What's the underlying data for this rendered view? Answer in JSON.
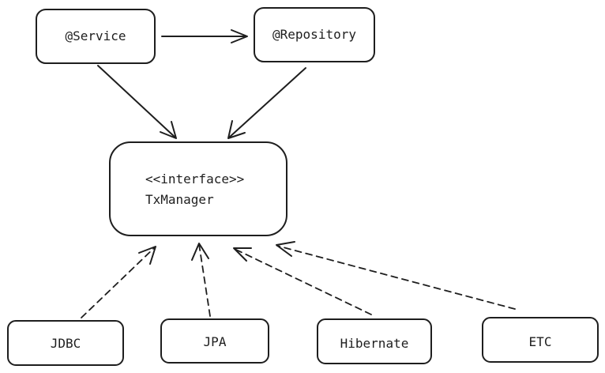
{
  "nodes": {
    "service": "@Service",
    "repository": "@Repository",
    "interface_stereotype": "<<interface>>",
    "interface_name": "TxManager",
    "jdbc": "JDBC",
    "jpa": "JPA",
    "hibernate": "Hibernate",
    "etc": "ETC"
  },
  "edges": [
    {
      "from": "@Service",
      "to": "@Repository",
      "style": "solid"
    },
    {
      "from": "@Service",
      "to": "TxManager",
      "style": "solid"
    },
    {
      "from": "@Repository",
      "to": "TxManager",
      "style": "solid"
    },
    {
      "from": "JDBC",
      "to": "TxManager",
      "style": "dashed"
    },
    {
      "from": "JPA",
      "to": "TxManager",
      "style": "dashed"
    },
    {
      "from": "Hibernate",
      "to": "TxManager",
      "style": "dashed"
    },
    {
      "from": "ETC",
      "to": "TxManager",
      "style": "dashed"
    }
  ]
}
